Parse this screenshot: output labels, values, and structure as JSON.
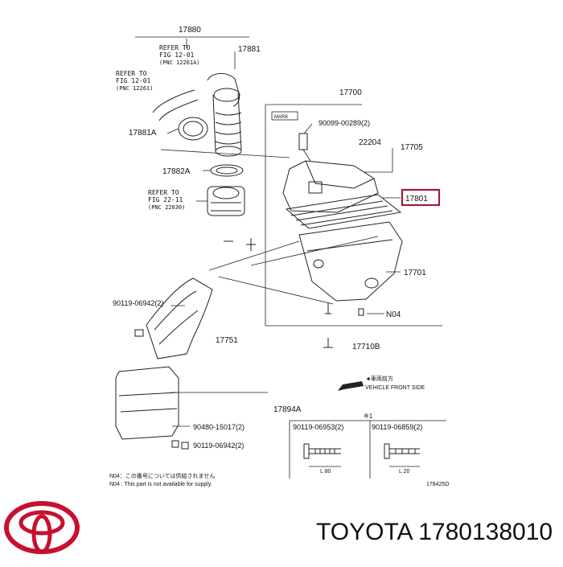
{
  "labels": {
    "p17880": "17880",
    "p17881": "17881",
    "ref1_l1": "REFER TO",
    "ref1_l2": "FIG 12-01",
    "ref1_l3": "(PNC 12261A)",
    "ref2_l1": "REFER TO",
    "ref2_l2": "FIG 12-01",
    "ref2_l3": "(PNC 12261)",
    "p17881A": "17881A",
    "p17882A": "17882A",
    "ref3_l1": "REFER TO",
    "ref3_l2": "FIG 22-11",
    "ref3_l3": "(PNC 22030)",
    "p17700": "17700",
    "mark": "MARK",
    "p90099": "90099-00289(2)",
    "p22204": "22204",
    "p17705": "17705",
    "p17801": "17801",
    "p17701": "17701",
    "pN04": "N04",
    "p17710B": "17710B",
    "p90119a": "90119-06942(2)",
    "p17751": "17751",
    "vehicle_jp": "◄車両前方",
    "vehicle_en": "VEHICLE FRONT SIDE",
    "p17894A": "17894A",
    "star1": "※1",
    "p90119b": "90119-06953(2)",
    "p90119c": "90119-06859(2)",
    "p90480": "90480-15017(2)",
    "p90119d": "90119-06942(2)",
    "dim1": "L 80",
    "dim2": "L 20",
    "note_jp": "N04：この番号については供給されません",
    "note_en": "N04 : This part is not available for supply.",
    "fig_code": "178425D"
  },
  "brand": {
    "text": "TOYOTA 1780138010",
    "logo": "toyota-logo",
    "logo_color": "#c8102e"
  },
  "colors": {
    "highlight": "#a11a3a",
    "line": "#222222"
  }
}
